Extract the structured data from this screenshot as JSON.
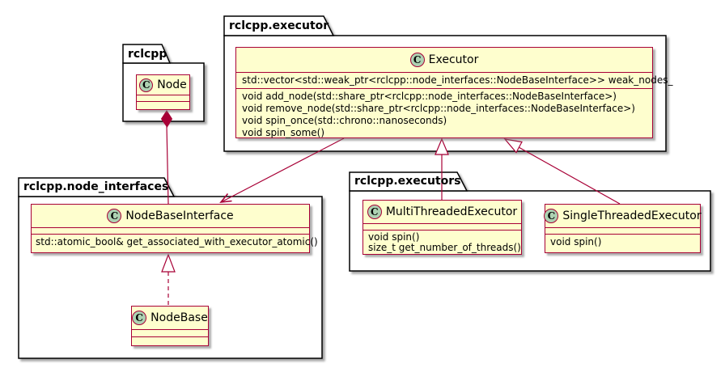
{
  "background": "#ffffff",
  "colors": {
    "class_fill": "#fefece",
    "class_border": "#a80036",
    "relation_line": "#a80036",
    "stereotype_circle_fill": "#add1b2",
    "package_border": "#000000",
    "text": "#000000"
  },
  "packages": {
    "rclcpp": {
      "label": "rclcpp"
    },
    "executor": {
      "label": "rclcpp.executor"
    },
    "node_interfaces": {
      "label": "rclcpp.node_interfaces"
    },
    "executors": {
      "label": "rclcpp.executors"
    }
  },
  "classes": {
    "node": {
      "stereotype": "C",
      "name": "Node"
    },
    "executor": {
      "stereotype": "C",
      "name": "Executor",
      "attributes": [
        "std::vector<std::weak_ptr<rclcpp::node_interfaces::NodeBaseInterface>> weak_nodes_"
      ],
      "methods": [
        "void add_node(std::share_ptr<rclcpp::node_interfaces::NodeBaseInterface>)",
        "void remove_node(std::share_ptr<rclcpp::node_interfaces::NodeBaseInterface>)",
        "void spin_once(std::chrono::nanoseconds)",
        "void spin_some()"
      ]
    },
    "node_base_interface": {
      "stereotype": "C",
      "name": "NodeBaseInterface",
      "methods": [
        "std::atomic_bool& get_associated_with_executor_atomic()"
      ]
    },
    "node_base": {
      "stereotype": "C",
      "name": "NodeBase"
    },
    "multi_threaded_executor": {
      "stereotype": "C",
      "name": "MultiThreadedExecutor",
      "methods": [
        "void spin()",
        "size_t get_number_of_threads()"
      ]
    },
    "single_threaded_executor": {
      "stereotype": "C",
      "name": "SingleThreadedExecutor",
      "methods": [
        "void spin()"
      ]
    }
  },
  "relationships": [
    {
      "from": "rclcpp.Node",
      "to": "rclcpp.node_interfaces.NodeBaseInterface",
      "type": "composition"
    },
    {
      "from": "rclcpp.executor.Executor",
      "to": "rclcpp.node_interfaces.NodeBaseInterface",
      "type": "association"
    },
    {
      "from": "rclcpp.executors.MultiThreadedExecutor",
      "to": "rclcpp.executor.Executor",
      "type": "generalization"
    },
    {
      "from": "rclcpp.executors.SingleThreadedExecutor",
      "to": "rclcpp.executor.Executor",
      "type": "generalization"
    },
    {
      "from": "rclcpp.node_interfaces.NodeBase",
      "to": "rclcpp.node_interfaces.NodeBaseInterface",
      "type": "realization"
    }
  ]
}
